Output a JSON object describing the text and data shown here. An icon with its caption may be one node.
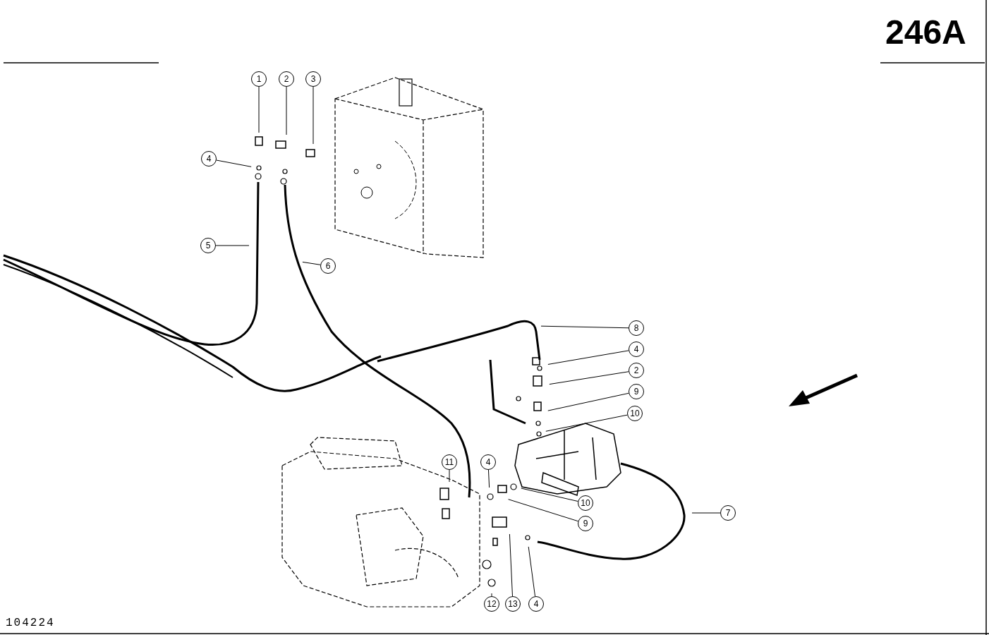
{
  "diagram": {
    "nodes": [
      {
        "text": [
          "1"
        ]
      },
      {
        "text": [
          "2"
        ]
      },
      {
        "text": [
          "3"
        ]
      },
      {
        "text": [
          "4"
        ]
      },
      {
        "text": [
          "5"
        ]
      },
      {
        "text": [
          "6"
        ]
      },
      {
        "text": [
          "8"
        ]
      },
      {
        "text": [
          "4"
        ]
      },
      {
        "text": [
          "2"
        ]
      },
      {
        "text": [
          "9"
        ]
      },
      {
        "text": [
          "10"
        ]
      },
      {
        "text": [
          "11"
        ]
      },
      {
        "text": [
          "4"
        ]
      },
      {
        "text": [
          "7"
        ]
      },
      {
        "text": [
          "10"
        ]
      },
      {
        "text": [
          "9"
        ]
      },
      {
        "text": [
          "12"
        ]
      },
      {
        "text": [
          "13"
        ]
      },
      {
        "text": [
          "4"
        ]
      }
    ],
    "edges": [
      {
        "from": 0,
        "to": null,
        "arrow": "none"
      },
      {
        "from": 1,
        "to": null,
        "arrow": "none"
      },
      {
        "from": 2,
        "to": null,
        "arrow": "none"
      },
      {
        "from": 3,
        "to": null,
        "arrow": "none"
      },
      {
        "from": 4,
        "to": null,
        "arrow": "none"
      },
      {
        "from": 5,
        "to": null,
        "arrow": "none"
      },
      {
        "from": 6,
        "to": null,
        "arrow": "none"
      },
      {
        "from": 7,
        "to": null,
        "arrow": "none"
      },
      {
        "from": 8,
        "to": null,
        "arrow": "none"
      },
      {
        "from": 9,
        "to": null,
        "arrow": "none"
      },
      {
        "from": 10,
        "to": null,
        "arrow": "none"
      },
      {
        "from": 11,
        "to": null,
        "arrow": "none"
      },
      {
        "from": 12,
        "to": null,
        "arrow": "none"
      },
      {
        "from": 13,
        "to": null,
        "arrow": "none"
      },
      {
        "from": 14,
        "to": null,
        "arrow": "none"
      },
      {
        "from": 15,
        "to": null,
        "arrow": "none"
      },
      {
        "from": 16,
        "to": null,
        "arrow": "none"
      },
      {
        "from": 17,
        "to": null,
        "arrow": "none"
      },
      {
        "from": 18,
        "to": null,
        "arrow": "none"
      }
    ],
    "labels": [
      "246A",
      "104224"
    ]
  }
}
